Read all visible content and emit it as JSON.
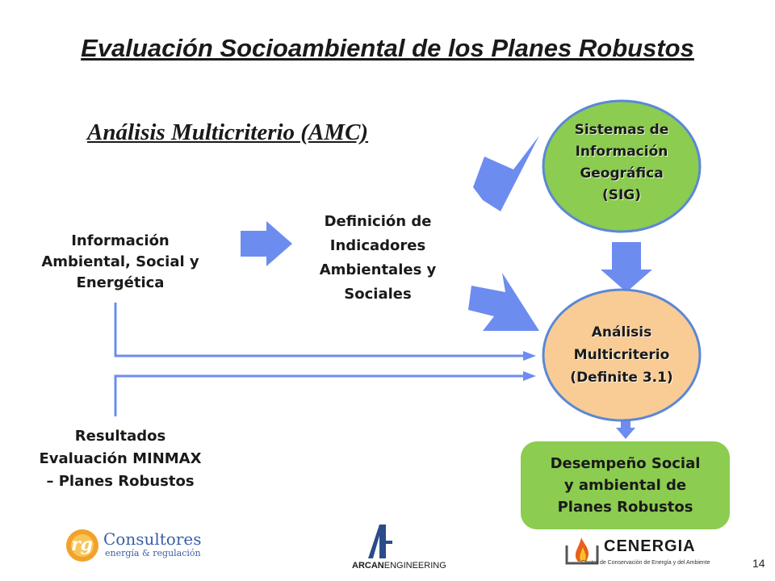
{
  "slide": {
    "title": "Evaluación Socioambiental de los Planes Robustos",
    "subtitle": "Análisis Multicriterio (AMC)",
    "page_number": "14"
  },
  "nodes": {
    "info": [
      "Información",
      "Ambiental, Social y",
      "Energética"
    ],
    "indicators": [
      "Definición de",
      "Indicadores",
      "Ambientales y",
      "Sociales"
    ],
    "sig": [
      "Sistemas de",
      "Información",
      "Geográfica",
      "(SIG)"
    ],
    "amc": [
      "Análisis",
      "Multicriterio",
      "(Definite 3.1)"
    ],
    "results": [
      "Resultados",
      "Evaluación MINMAX",
      "– Planes Robustos"
    ],
    "performance": [
      "Desempeño Social",
      "y ambiental de",
      "Planes Robustos"
    ]
  },
  "colors": {
    "arrow_blue": "#6d8cf0",
    "green_node": "#8ccc50",
    "peach_node": "#f8cc94",
    "node_border": "#5b88d6",
    "connector": "#6d8cf0"
  },
  "logos": {
    "rg_initials": "rg",
    "rg_name": "Consultores",
    "rg_tagline": "energía & regulación",
    "arcan_name": "ARCAN",
    "arcan_suffix": "ENGINEERING",
    "cenergia_name": "CENERGIA",
    "cenergia_tagline": "Centro de Conservación de Energía y del Ambiente"
  }
}
